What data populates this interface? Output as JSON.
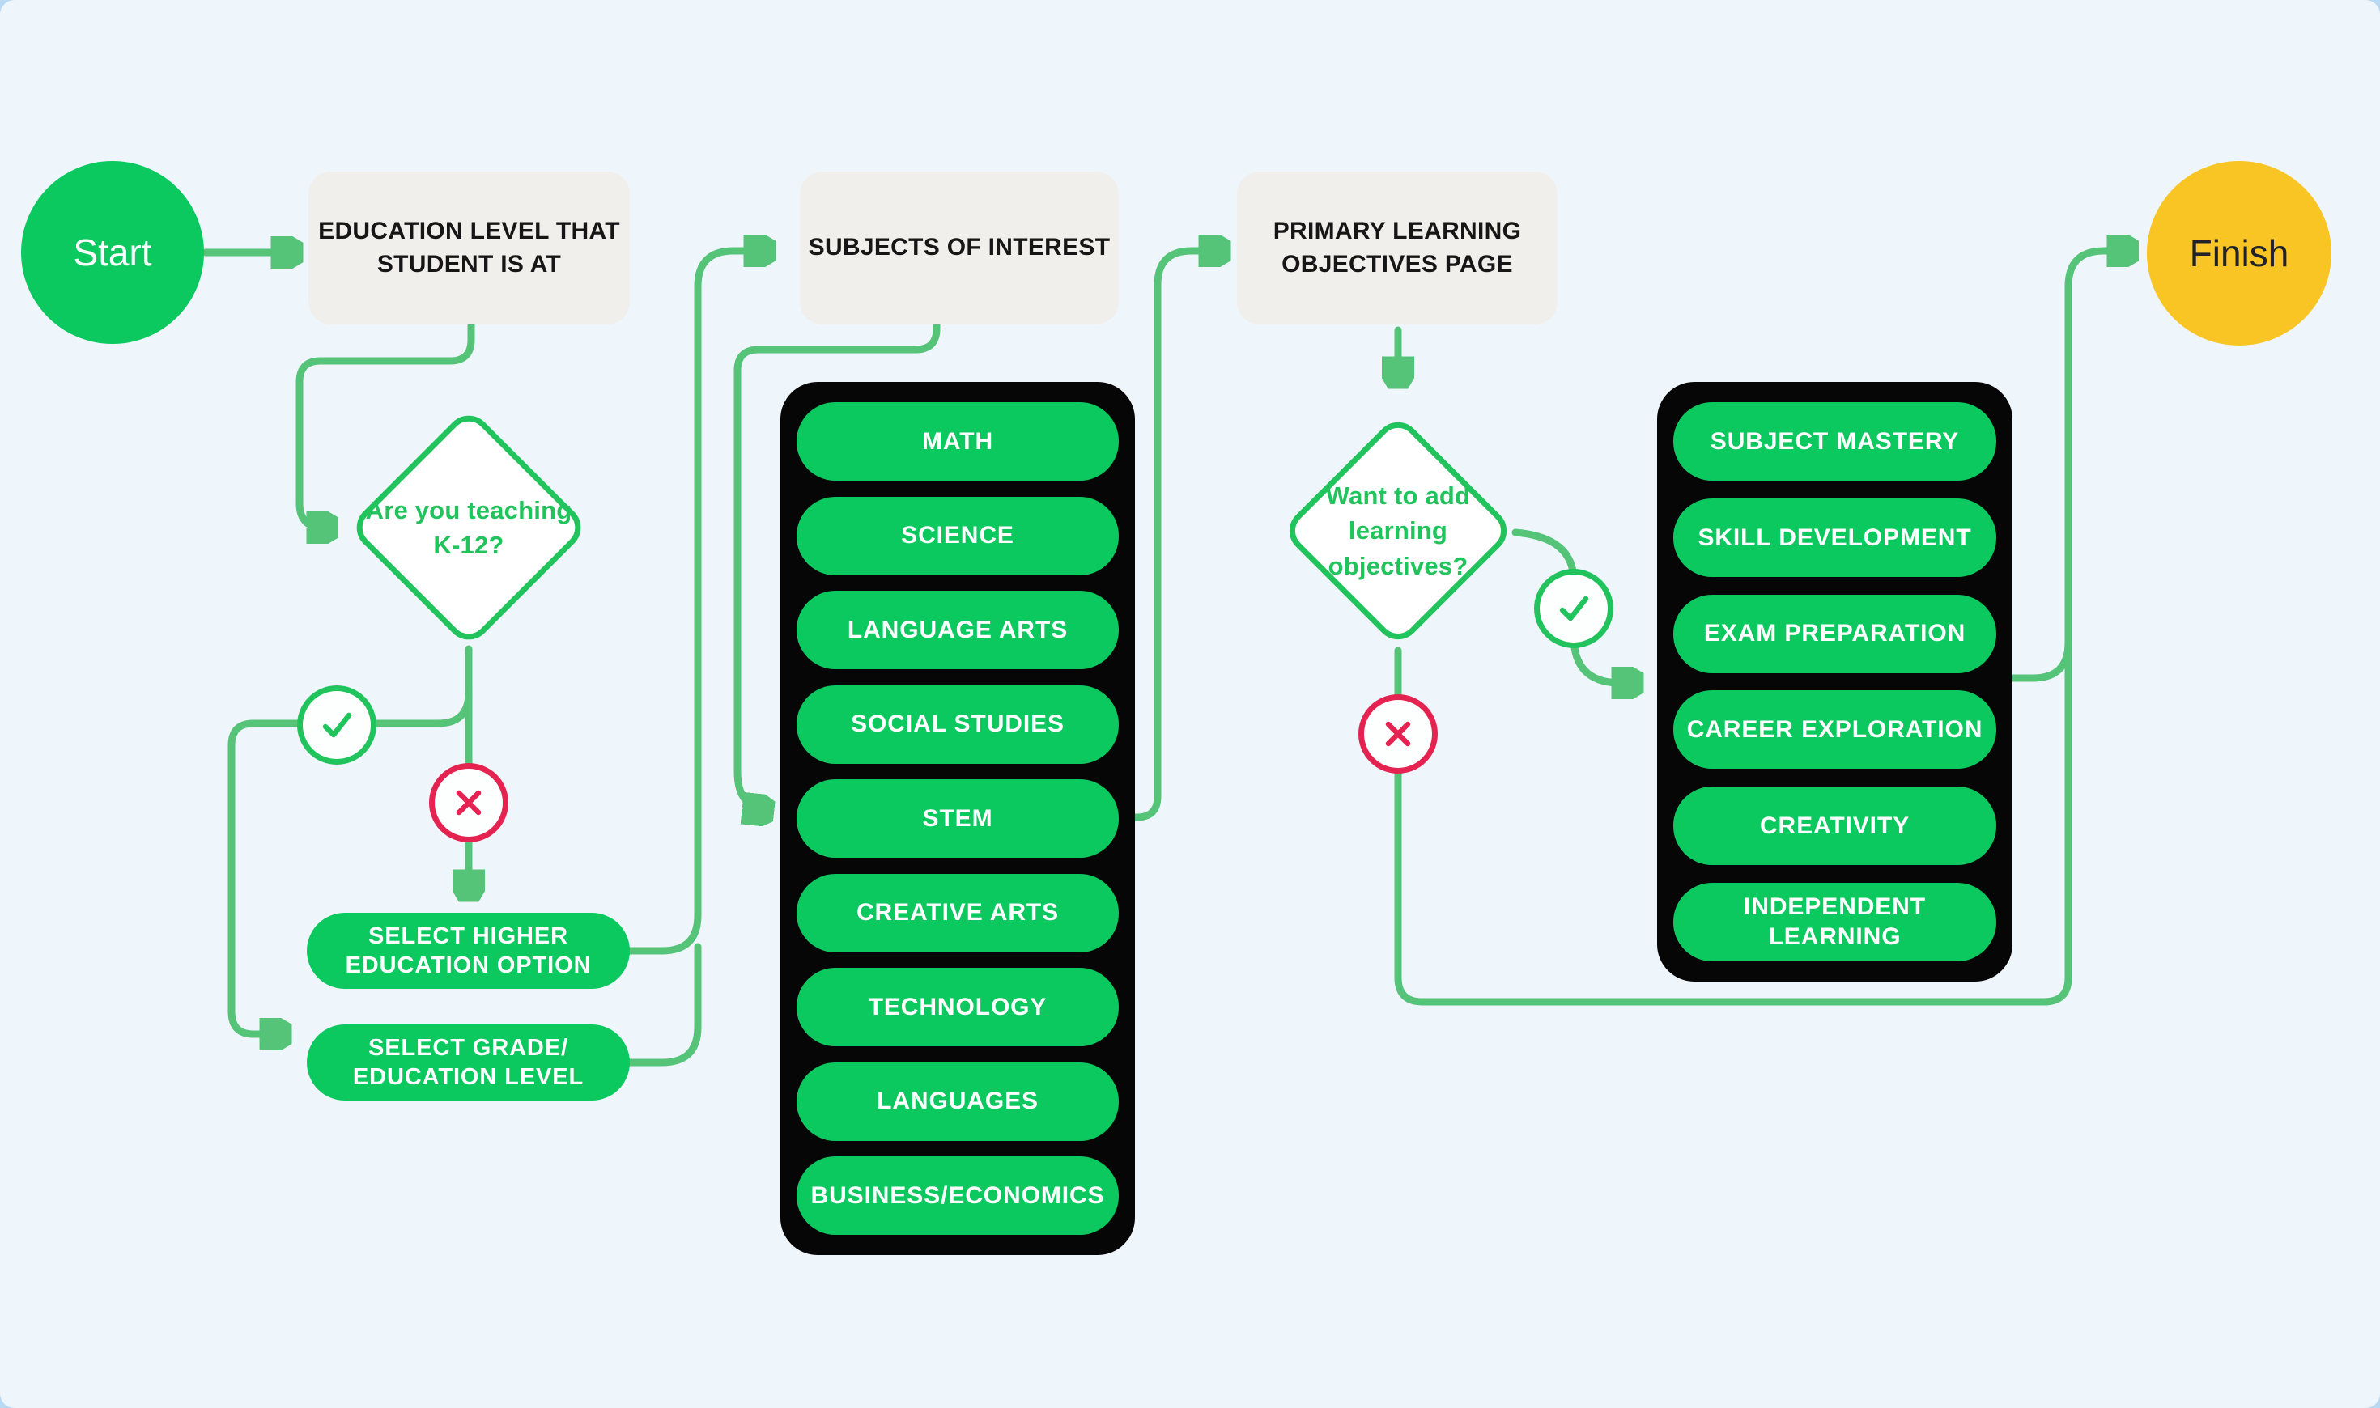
{
  "colors": {
    "canvas_bg": "#eef5fb",
    "page_bg": "#b9d8f2",
    "node_green": "#0bc95f",
    "line_green": "#55c378",
    "outline_green": "#21c45c",
    "alert_red": "#e52350",
    "finish_yellow": "#f8c525",
    "box_gray": "#f0efec",
    "container_black": "#060607",
    "ink": "#161616",
    "text_white": "#ffffff"
  },
  "flow": {
    "start_label": "Start",
    "finish_label": "Finish",
    "education_box": "EDUCATION LEVEL THAT\nSTUDENT IS AT",
    "subjects_box": "SUBJECTS OF INTEREST",
    "objectives_box": "PRIMARY LEARNING\nOBJECTIVES PAGE",
    "k12_question": "Are you teaching\nK-12?",
    "objectives_question": "Want to add\nlearning\nobjectives?",
    "select_higher": "SELECT HIGHER\nEDUCATION OPTION",
    "select_grade": "SELECT GRADE/\nEDUCATION LEVEL",
    "subjects": [
      "MATH",
      "SCIENCE",
      "LANGUAGE ARTS",
      "SOCIAL STUDIES",
      "STEM",
      "CREATIVE ARTS",
      "TECHNOLOGY",
      "LANGUAGES",
      "BUSINESS/ECONOMICS"
    ],
    "objectives": [
      "SUBJECT MASTERY",
      "SKILL DEVELOPMENT",
      "EXAM PREPARATION",
      "CAREER EXPLORATION",
      "CREATIVITY",
      "INDEPENDENT\nLEARNING"
    ]
  },
  "icons": {
    "check_icon": "✓",
    "x_icon": "✕"
  }
}
